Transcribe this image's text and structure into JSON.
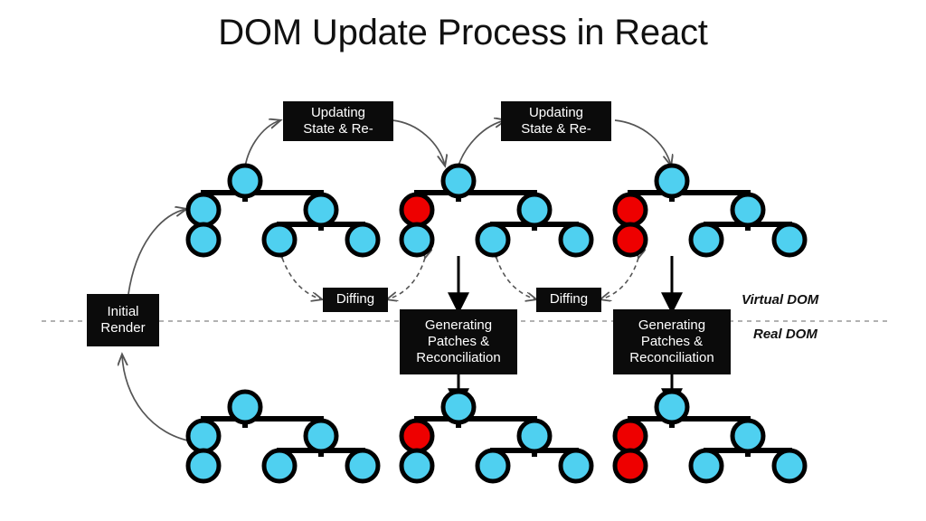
{
  "title": "DOM Update Process in React",
  "palette": {
    "node_blue": "#4FD0F0",
    "node_red": "#EE0000",
    "node_stroke": "#000000",
    "box_fill": "#0B0B0B",
    "box_text": "#FFFFFF",
    "arrow": "#555555",
    "divider": "#999999",
    "background": "#FFFFFF"
  },
  "boxes": {
    "update_state_1": {
      "line1": "Updating",
      "line2": "State & Re-"
    },
    "update_state_2": {
      "line1": "Updating",
      "line2": "State & Re-"
    },
    "initial_render": {
      "line1": "Initial",
      "line2": "Render"
    },
    "diffing_1": {
      "line1": "Diffing"
    },
    "diffing_2": {
      "line1": "Diffing"
    },
    "patches_1": {
      "line1": "Generating",
      "line2": "Patches &",
      "line3": "Reconciliation"
    },
    "patches_2": {
      "line1": "Generating",
      "line2": "Patches &",
      "line3": "Reconciliation"
    }
  },
  "divider_labels": {
    "above": "Virtual DOM",
    "below": "Real DOM"
  },
  "trees": [
    {
      "id": "virtual-tree-1",
      "layer": "virtual",
      "position": "left",
      "nodes": [
        {
          "id": "root",
          "color": "blue"
        },
        {
          "id": "c1",
          "color": "blue"
        },
        {
          "id": "c1a",
          "color": "blue"
        },
        {
          "id": "c2",
          "color": "blue"
        },
        {
          "id": "c2a",
          "color": "blue"
        },
        {
          "id": "c2b",
          "color": "blue"
        }
      ]
    },
    {
      "id": "virtual-tree-2",
      "layer": "virtual",
      "position": "center",
      "nodes": [
        {
          "id": "root",
          "color": "blue"
        },
        {
          "id": "c1",
          "color": "red"
        },
        {
          "id": "c1a",
          "color": "blue"
        },
        {
          "id": "c2",
          "color": "blue"
        },
        {
          "id": "c2a",
          "color": "blue"
        },
        {
          "id": "c2b",
          "color": "blue"
        }
      ]
    },
    {
      "id": "virtual-tree-3",
      "layer": "virtual",
      "position": "right",
      "nodes": [
        {
          "id": "root",
          "color": "blue"
        },
        {
          "id": "c1",
          "color": "red"
        },
        {
          "id": "c1a",
          "color": "red"
        },
        {
          "id": "c2",
          "color": "blue"
        },
        {
          "id": "c2a",
          "color": "blue"
        },
        {
          "id": "c2b",
          "color": "blue"
        }
      ]
    },
    {
      "id": "real-tree-1",
      "layer": "real",
      "position": "left",
      "nodes": [
        {
          "id": "root",
          "color": "blue"
        },
        {
          "id": "c1",
          "color": "blue"
        },
        {
          "id": "c1a",
          "color": "blue"
        },
        {
          "id": "c2",
          "color": "blue"
        },
        {
          "id": "c2a",
          "color": "blue"
        },
        {
          "id": "c2b",
          "color": "blue"
        }
      ]
    },
    {
      "id": "real-tree-2",
      "layer": "real",
      "position": "center",
      "nodes": [
        {
          "id": "root",
          "color": "blue"
        },
        {
          "id": "c1",
          "color": "red"
        },
        {
          "id": "c1a",
          "color": "blue"
        },
        {
          "id": "c2",
          "color": "blue"
        },
        {
          "id": "c2a",
          "color": "blue"
        },
        {
          "id": "c2b",
          "color": "blue"
        }
      ]
    },
    {
      "id": "real-tree-3",
      "layer": "real",
      "position": "right",
      "nodes": [
        {
          "id": "root",
          "color": "blue"
        },
        {
          "id": "c1",
          "color": "red"
        },
        {
          "id": "c1a",
          "color": "red"
        },
        {
          "id": "c2",
          "color": "blue"
        },
        {
          "id": "c2a",
          "color": "blue"
        },
        {
          "id": "c2b",
          "color": "blue"
        }
      ]
    }
  ]
}
